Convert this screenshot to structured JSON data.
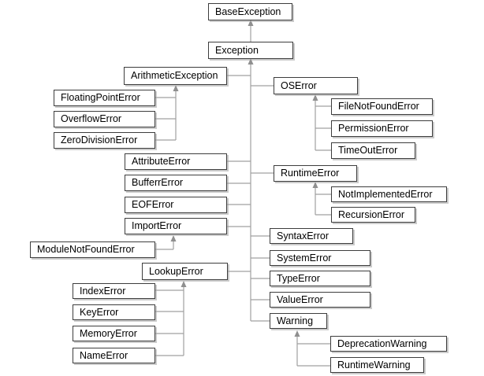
{
  "diagram": {
    "type": "class-hierarchy",
    "subject": "Python exception hierarchy",
    "colors": {
      "background": "#ffffff",
      "box_fill": "#ffffff",
      "box_border": "#3d3d3d",
      "box_shadow": "#a0a0a0",
      "connector_line": "#a0a0a0",
      "arrowhead": "#8f8f8f",
      "text": "#000000"
    },
    "nodes": {
      "base_exception": {
        "label": "BaseException",
        "parent": null
      },
      "exception": {
        "label": "Exception",
        "parent": "BaseException"
      },
      "arithmetic_exception": {
        "label": "ArithmeticException",
        "parent": "Exception"
      },
      "floating_point_error": {
        "label": "FloatingPointError",
        "parent": "ArithmeticException"
      },
      "overflow_error": {
        "label": "OverflowError",
        "parent": "ArithmeticException"
      },
      "zero_division_error": {
        "label": "ZeroDivisionError",
        "parent": "ArithmeticException"
      },
      "os_error": {
        "label": "OSError",
        "parent": "Exception"
      },
      "file_not_found_error": {
        "label": "FileNotFoundError",
        "parent": "OSError"
      },
      "permission_error": {
        "label": "PermissionError",
        "parent": "OSError"
      },
      "timeout_error": {
        "label": "TimeOutError",
        "parent": "OSError"
      },
      "attribute_error": {
        "label": "AttributeError",
        "parent": "Exception"
      },
      "bufferr_error": {
        "label": "BufferrError",
        "parent": "Exception"
      },
      "eof_error": {
        "label": "EOFError",
        "parent": "Exception"
      },
      "import_error": {
        "label": "ImportError",
        "parent": "Exception"
      },
      "module_not_found_error": {
        "label": "ModuleNotFoundError",
        "parent": "ImportError"
      },
      "lookup_error": {
        "label": "LookupError",
        "parent": "Exception"
      },
      "index_error": {
        "label": "IndexError",
        "parent": "LookupError"
      },
      "key_error": {
        "label": "KeyError",
        "parent": "LookupError"
      },
      "memory_error": {
        "label": "MemoryError",
        "parent": "LookupError"
      },
      "name_error": {
        "label": "NameError",
        "parent": "LookupError"
      },
      "runtime_error": {
        "label": "RuntimeError",
        "parent": "Exception"
      },
      "not_implemented_error": {
        "label": "NotImplementedError",
        "parent": "RuntimeError"
      },
      "recursion_error": {
        "label": "RecursionError",
        "parent": "RuntimeError"
      },
      "syntax_error": {
        "label": "SyntaxError",
        "parent": "Exception"
      },
      "system_error": {
        "label": "SystemError",
        "parent": "Exception"
      },
      "type_error": {
        "label": "TypeError",
        "parent": "Exception"
      },
      "value_error": {
        "label": "ValueError",
        "parent": "Exception"
      },
      "warning": {
        "label": "Warning",
        "parent": "Exception"
      },
      "deprecation_warning": {
        "label": "DeprecationWarning",
        "parent": "Warning"
      },
      "runtime_warning": {
        "label": "RuntimeWarning",
        "parent": "Warning"
      }
    }
  }
}
